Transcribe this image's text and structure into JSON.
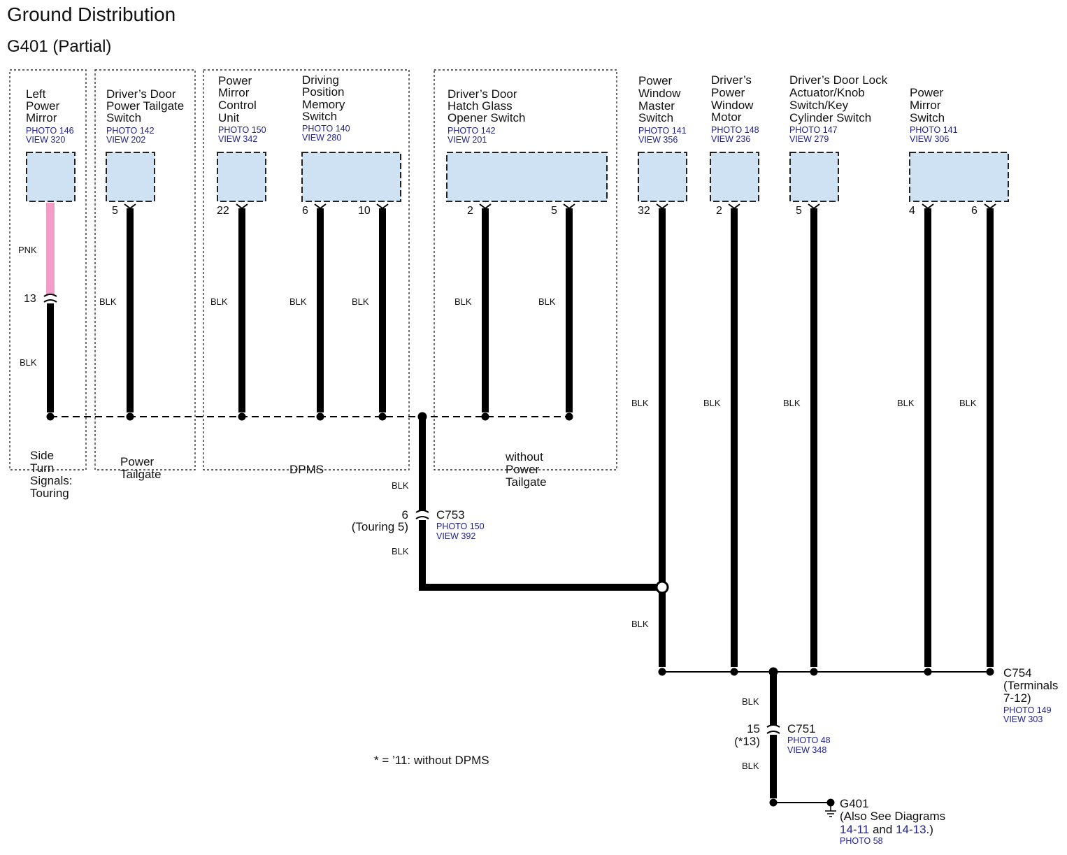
{
  "title": "Ground Distribution",
  "subtitle": "G401 (Partial)",
  "components": [
    {
      "lines": [
        "Left",
        "Power",
        "Mirror"
      ],
      "photo": "PHOTO 146",
      "view": "VIEW 320"
    },
    {
      "lines": [
        "Driver’s Door",
        "Power Tailgate",
        "Switch"
      ],
      "photo": "PHOTO 142",
      "view": "VIEW 202"
    },
    {
      "lines": [
        "Power",
        "Mirror",
        "Control",
        "Unit"
      ],
      "photo": "PHOTO 150",
      "view": "VIEW 342"
    },
    {
      "lines": [
        "Driving",
        "Position",
        "Memory",
        "Switch"
      ],
      "photo": "PHOTO 140",
      "view": "VIEW 280"
    },
    {
      "lines": [
        "Driver’s Door",
        "Hatch Glass",
        "Opener Switch"
      ],
      "photo": "PHOTO 142",
      "view": "VIEW 201"
    },
    {
      "lines": [
        "Power",
        "Window",
        "Master",
        "Switch"
      ],
      "photo": "PHOTO 141",
      "view": "VIEW 356"
    },
    {
      "lines": [
        "Driver’s",
        "Power",
        "Window",
        "Motor"
      ],
      "photo": "PHOTO 148",
      "view": "VIEW 236"
    },
    {
      "lines": [
        "Driver’s Door Lock",
        "Actuator/Knob",
        "Switch/Key",
        "Cylinder Switch"
      ],
      "photo": "PHOTO 147",
      "view": "VIEW 279"
    },
    {
      "lines": [
        "Power",
        "Mirror",
        "Switch"
      ],
      "photo": "PHOTO 141",
      "view": "VIEW 306"
    }
  ],
  "pins": [
    "5",
    "22",
    "6",
    "10",
    "2",
    "5",
    "32",
    "2",
    "5",
    "4",
    "6"
  ],
  "wire_colors": {
    "pnk": "PNK",
    "blk": "BLK"
  },
  "splice_13": "13",
  "zones": {
    "side_turn": [
      "Side",
      "Turn",
      "Signals:",
      "Touring"
    ],
    "power_tailgate": [
      "Power",
      "Tailgate"
    ],
    "dpms": "DPMS",
    "without_pt": [
      "without",
      "Power",
      "Tailgate"
    ]
  },
  "c753": {
    "pin": "6",
    "alt": "(Touring 5)",
    "name": "C753",
    "photo": "PHOTO 150",
    "view": "VIEW 392"
  },
  "c754": {
    "name": "C754",
    "lines": [
      "(Terminals",
      "7-12)"
    ],
    "photo": "PHOTO 149",
    "view": "VIEW 303"
  },
  "c751": {
    "pin": "15",
    "alt": "(*13)",
    "name": "C751",
    "photo": "PHOTO 48",
    "view": "VIEW 348"
  },
  "g401": {
    "name": "G401",
    "line2": "(Also See Diagrams",
    "link1": "14-11",
    "and": "and",
    "link2": "14-13",
    "end": ".)",
    "photo": "PHOTO 58"
  },
  "footnote": "* = ’11: without DPMS",
  "colors": {
    "connector_fill": "#cfe2f4",
    "pink_wire": "#f29cc8",
    "link_blue": "#22238e"
  }
}
